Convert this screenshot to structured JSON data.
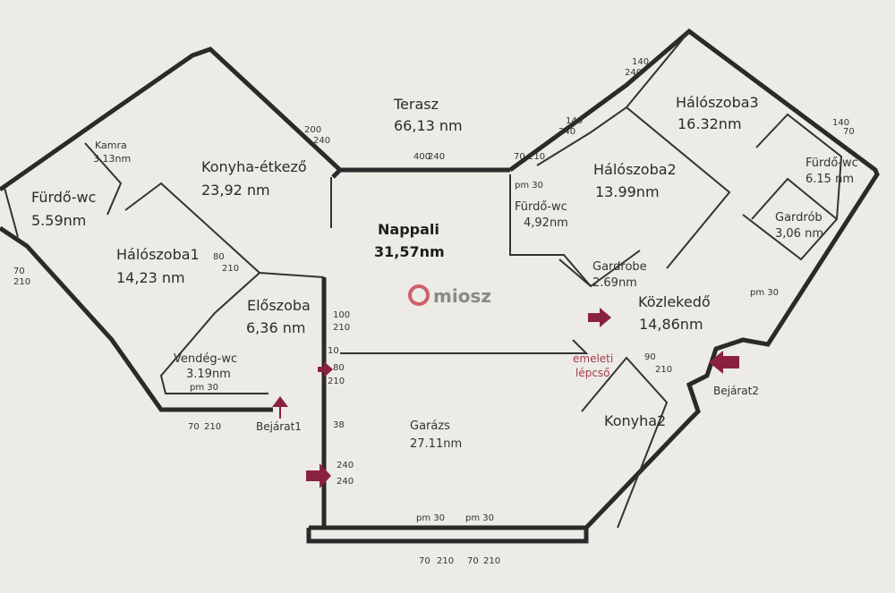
{
  "rooms": {
    "terasz": {
      "name": "Terasz",
      "area": "66,13 nm"
    },
    "konyha_etkezo": {
      "name": "Konyha-étkező",
      "area": "23,92 nm"
    },
    "kamra": {
      "name": "Kamra",
      "area": "3.13nm"
    },
    "furdo1": {
      "name": "Fürdő-wc",
      "area": "5.59nm"
    },
    "haloszoba1": {
      "name": "Hálószoba1",
      "area": "14,23 nm"
    },
    "eloszoba": {
      "name": "Előszoba",
      "area": "6,36 nm"
    },
    "vendeg_wc": {
      "name": "Vendég-wc",
      "area": "3.19nm"
    },
    "nappali": {
      "name": "Nappali",
      "area": "31,57nm"
    },
    "garazs": {
      "name": "Garázs",
      "area": "27.11nm"
    },
    "furdo2": {
      "name": "Fürdő-wc",
      "area": "4,92nm"
    },
    "haloszoba2": {
      "name": "Hálószoba2",
      "area": "13.99nm"
    },
    "gardrobe": {
      "name": "Gardrobe",
      "area": "2.69nm"
    },
    "haloszoba3": {
      "name": "Hálószoba3",
      "area": "16.32nm"
    },
    "furdo3": {
      "name": "Fürdő-wc",
      "area": "6.15 nm"
    },
    "gardrob": {
      "name": "Gardrób",
      "area": "3,06 nm"
    },
    "kozlekedo": {
      "name": "Közlekedő",
      "area": "14,86nm"
    },
    "konyha2": {
      "name": "Konyha2"
    }
  },
  "entrances": {
    "bejarat1": "Bejárat1",
    "bejarat2": "Bejárat2"
  },
  "stairs": {
    "line1": "emeleti",
    "line2": "lépcső"
  },
  "logo": {
    "text": "miosz"
  },
  "dimensions": {
    "d1": [
      "70",
      "210"
    ],
    "d2": [
      "80",
      "210"
    ],
    "d3": [
      "100",
      "210"
    ],
    "d4": [
      "10"
    ],
    "d5": [
      "80",
      "210"
    ],
    "d6": [
      "240",
      "240"
    ],
    "d7": [
      "38"
    ],
    "d8": [
      "pm 30",
      "70",
      "210"
    ],
    "d9": [
      "pm 30",
      "70",
      "210"
    ],
    "d10": [
      "400",
      "240"
    ],
    "d11": [
      "70",
      "210",
      "pm 30"
    ],
    "d12": [
      "200",
      "240"
    ],
    "d13": [
      "140",
      "240"
    ],
    "d14": [
      "140",
      "240"
    ],
    "d15": [
      "90",
      "210"
    ],
    "d16": [
      "140",
      "70"
    ],
    "d17": [
      "pm 30"
    ],
    "d18": [
      "pm 30",
      "70",
      "210"
    ]
  },
  "colors": {
    "accent_arrow": "#8b2140",
    "paper": "#ecebe6",
    "wall": "#2a2a2a"
  }
}
